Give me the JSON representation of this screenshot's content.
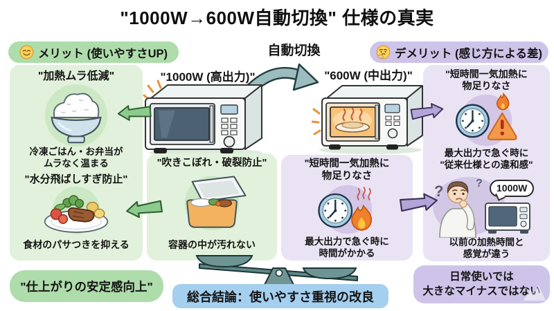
{
  "title": "\"1000W→600W自動切換\" 仕様の真実",
  "auto_switch_label": "自動切換",
  "merit": {
    "header": "メリット (使いやすさUP)",
    "microwave_label": "\"1000W (高出力)\"",
    "heat_even": {
      "title": "\"加熱ムラ低減\"",
      "caption": "冷凍ごはん・お弁当が\nムラなく温まる"
    },
    "moisture": {
      "title": "\"水分飛ばしすぎ防止\"",
      "caption": "食材のパサつきを抑える"
    },
    "spill": {
      "title": "\"吹きこぼれ・破裂防止\"",
      "caption": "容器の中が汚れない"
    },
    "summary": "\"仕上がりの安定感向上\""
  },
  "demerit": {
    "header": "デメリット (感じ方による差)",
    "microwave_label": "\"600W (中出力)\"",
    "quick_heat_top": {
      "title": "\"短時間一気加熱に\n物足りなさ",
      "caption": "最大出力で急ぐ時に\n\"従来仕様との違和感\""
    },
    "quick_heat_mid": {
      "title": "\"短時間一気加熱に\n物足りなさ",
      "caption": "最大出力で急ぐ時に\n時間がかかる"
    },
    "perception": {
      "bubble": "1000W",
      "caption": "以前の加熱時間と\n感覚が違う"
    },
    "summary": "日常使いでは\n大きなマイナスではない"
  },
  "conclusion": "総合結論：使いやすさ重視の改良",
  "colors": {
    "merit_pill": "#aedcab",
    "merit_panel": "#e2f1db",
    "demerit_pill": "#cec4e9",
    "demerit_panel": "#e9e3f3",
    "conclusion_pill": "#a5cfee",
    "arrow_green": "#8ccb8e",
    "arrow_purple": "#b3a5d8",
    "arrow_teal": "#9dbcc0",
    "scale": "#6f9494"
  }
}
